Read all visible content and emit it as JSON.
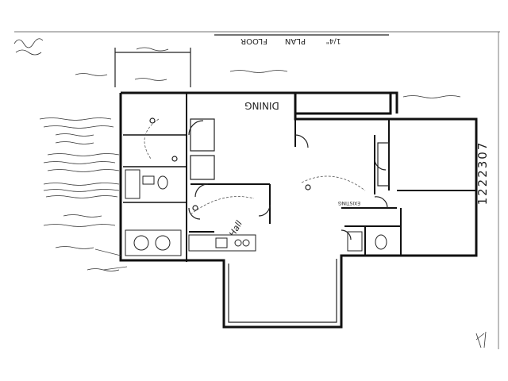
{
  "title": {
    "floor": "FLOOR",
    "plan": "PLAN",
    "scale": "1/4\""
  },
  "permit_number": "1222307",
  "rooms": {
    "dining": "DINING",
    "hall": "Hall"
  },
  "labels": {
    "existing": "EXISTING"
  }
}
